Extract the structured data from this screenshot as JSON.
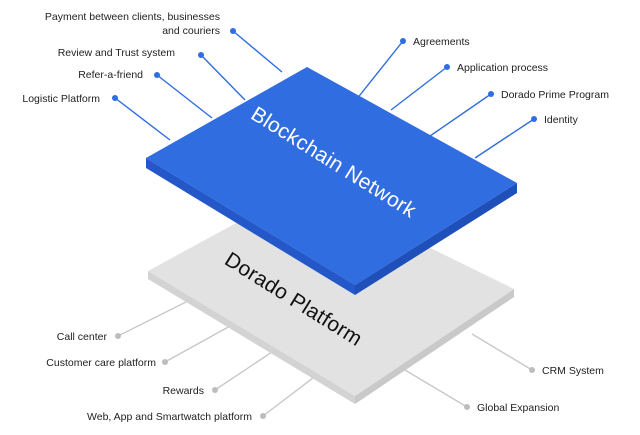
{
  "colors": {
    "blue_top": "#2f6de1",
    "blue_right": "#1f4fb8",
    "blue_front": "#2458c9",
    "gray_top": "#e2e2e2",
    "gray_right": "#c9c9c9",
    "gray_front": "#d3d3d3",
    "blue_line": "#2f6de1",
    "gray_line": "#c8c8c8",
    "gray_dot": "#bdbdbd",
    "blockchain_text": "#ffffff",
    "dorado_text": "#111111"
  },
  "platforms": {
    "blockchain": {
      "title": "Blockchain Network"
    },
    "dorado": {
      "title": "Dorado Platform"
    }
  },
  "blockchain_features_left": [
    {
      "lines": [
        "Payment between clients, businesses",
        "and couriers"
      ]
    },
    {
      "lines": [
        "Review and Trust system"
      ]
    },
    {
      "lines": [
        "Refer-a-friend"
      ]
    },
    {
      "lines": [
        "Logistic Platform"
      ]
    }
  ],
  "blockchain_features_right": [
    {
      "lines": [
        "Agreements"
      ]
    },
    {
      "lines": [
        "Application process"
      ]
    },
    {
      "lines": [
        "Dorado Prime Program"
      ]
    },
    {
      "lines": [
        "Identity"
      ]
    }
  ],
  "dorado_features_left": [
    {
      "lines": [
        "Call center"
      ]
    },
    {
      "lines": [
        "Customer care platform"
      ]
    },
    {
      "lines": [
        "Rewards"
      ]
    },
    {
      "lines": [
        "Web, App and Smartwatch platform"
      ]
    }
  ],
  "dorado_features_right": [
    {
      "lines": [
        "CRM System"
      ]
    },
    {
      "lines": [
        "Global Expansion"
      ]
    }
  ]
}
